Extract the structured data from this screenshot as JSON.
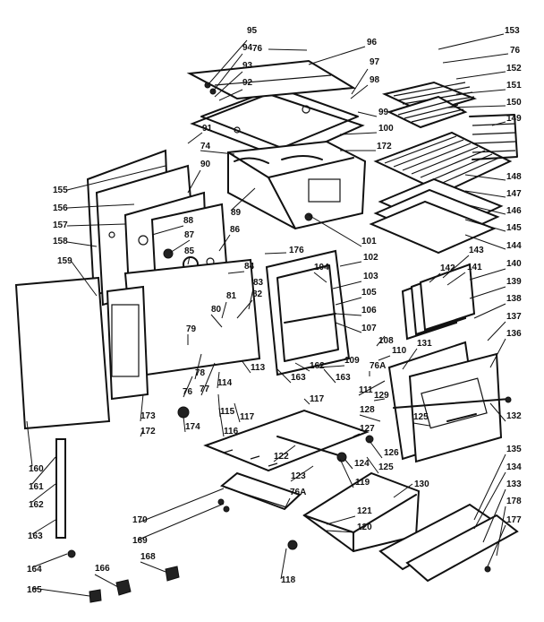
{
  "diagram": {
    "labels": [
      "95",
      "96",
      "94",
      "93",
      "92",
      "76",
      "97",
      "98",
      "153",
      "76",
      "152",
      "151",
      "150",
      "99",
      "100",
      "172",
      "91",
      "74",
      "149",
      "148",
      "147",
      "146",
      "145",
      "144",
      "155",
      "156",
      "157",
      "158",
      "159",
      "89",
      "90",
      "88",
      "87",
      "86",
      "85",
      "84",
      "176",
      "101",
      "102",
      "104",
      "103",
      "105",
      "106",
      "107",
      "108",
      "110",
      "109",
      "76A",
      "131",
      "111",
      "163",
      "162",
      "143",
      "142",
      "141",
      "140",
      "139",
      "138",
      "137",
      "136",
      "81",
      "82",
      "83",
      "80",
      "79",
      "78",
      "77",
      "76",
      "114",
      "115",
      "113",
      "116",
      "117",
      "117",
      "163",
      "173",
      "172",
      "174",
      "160",
      "161",
      "162",
      "163",
      "164",
      "165",
      "166",
      "168",
      "169",
      "170",
      "122",
      "123",
      "119",
      "121",
      "120",
      "118",
      "76A",
      "124",
      "125",
      "126",
      "127",
      "128",
      "129",
      "130",
      "132",
      "125",
      "135",
      "134",
      "133",
      "178",
      "177"
    ]
  }
}
